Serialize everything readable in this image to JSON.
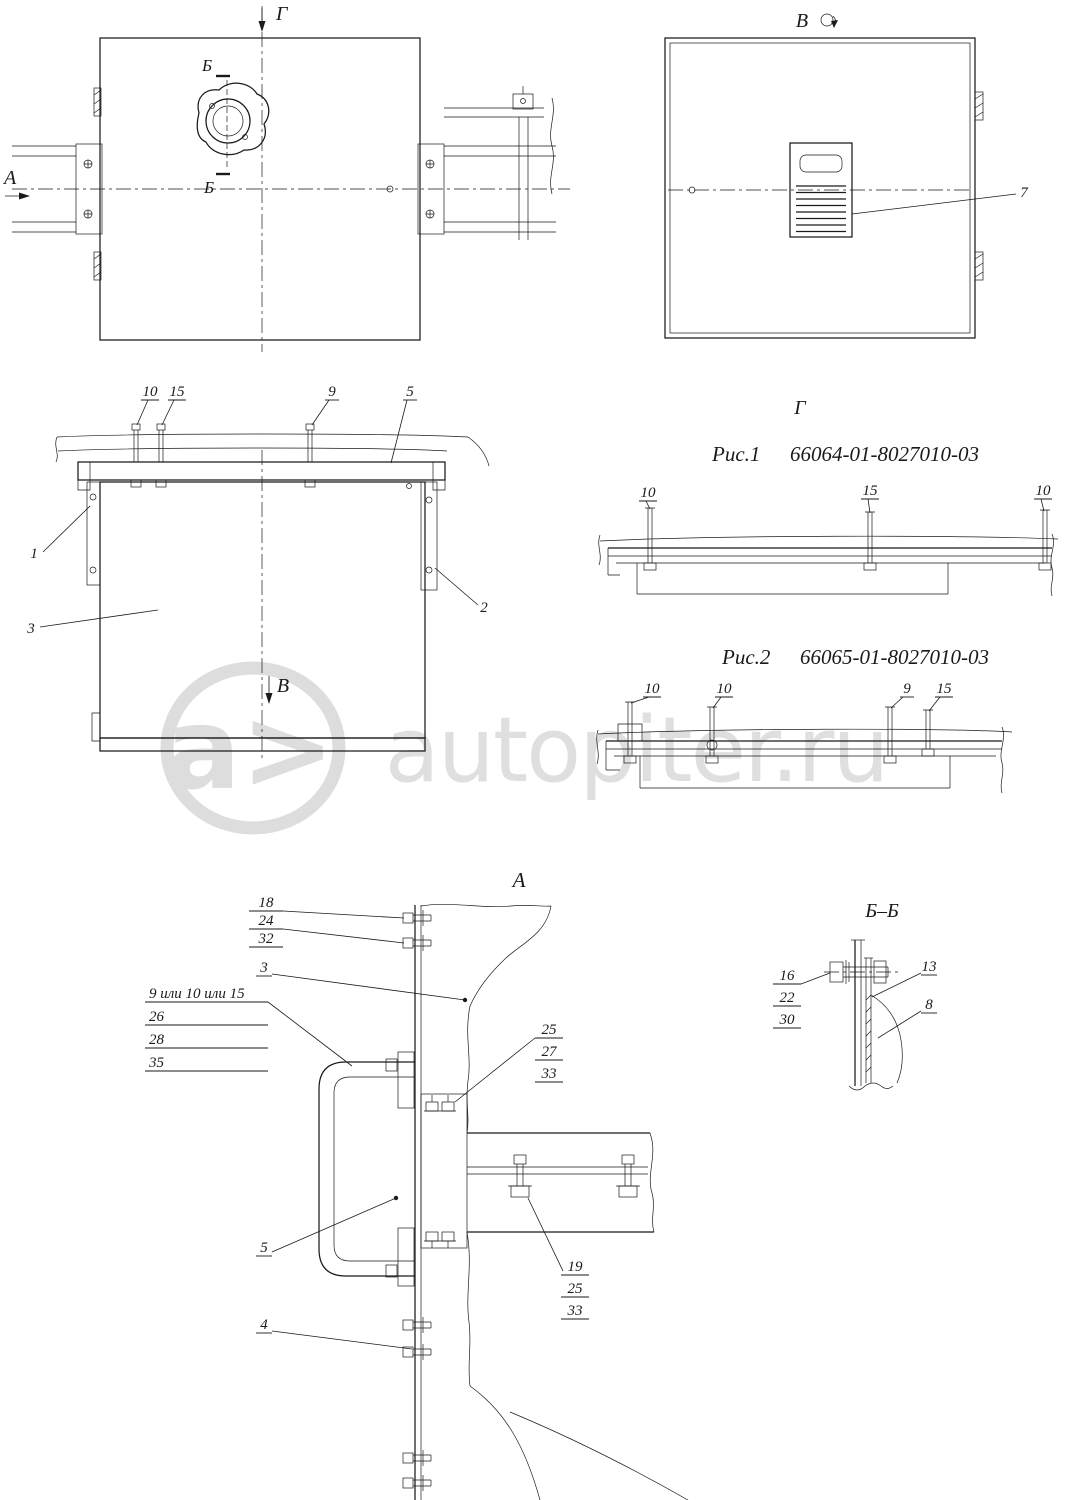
{
  "watermark": {
    "logo_text": "a>",
    "site_text": "autopiter.ru"
  },
  "headings": {
    "top_arrow": "Г",
    "left_arrow": "А",
    "section_b_top": "Б",
    "section_b_bottom": "Б",
    "rear_view": "В",
    "front_section_arrow": "В",
    "fig1_view": "Г",
    "view_a": "А",
    "section_bb": "Б–Б"
  },
  "captions": {
    "fig1_label": "Рис.1",
    "fig1_number": "66064-01-8027010-03",
    "fig2_label": "Рис.2",
    "fig2_number": "66065-01-8027010-03"
  },
  "callouts_front": {
    "bolt10": "10",
    "bolt15": "15",
    "bolt9": "9",
    "flange5": "5",
    "bracket1": "1",
    "bracket2": "2",
    "tank3": "3"
  },
  "callouts_rear": {
    "vent7": "7"
  },
  "callouts_fig1": [
    "10",
    "15",
    "10"
  ],
  "callouts_fig2": [
    "10",
    "10",
    "9",
    "15"
  ],
  "view_a": {
    "stack_top": [
      "18",
      "24",
      "32"
    ],
    "wall3": "3",
    "stack_left": [
      "9 или 10 или 15",
      "26",
      "28",
      "35"
    ],
    "stack_plate": [
      "25",
      "27",
      "33"
    ],
    "handle5": "5",
    "stack_arm": [
      "19",
      "25",
      "33"
    ],
    "panel4": "4"
  },
  "section_bb": {
    "stack": [
      "16",
      "22",
      "30"
    ],
    "bolt13": "13",
    "plate8": "8"
  }
}
